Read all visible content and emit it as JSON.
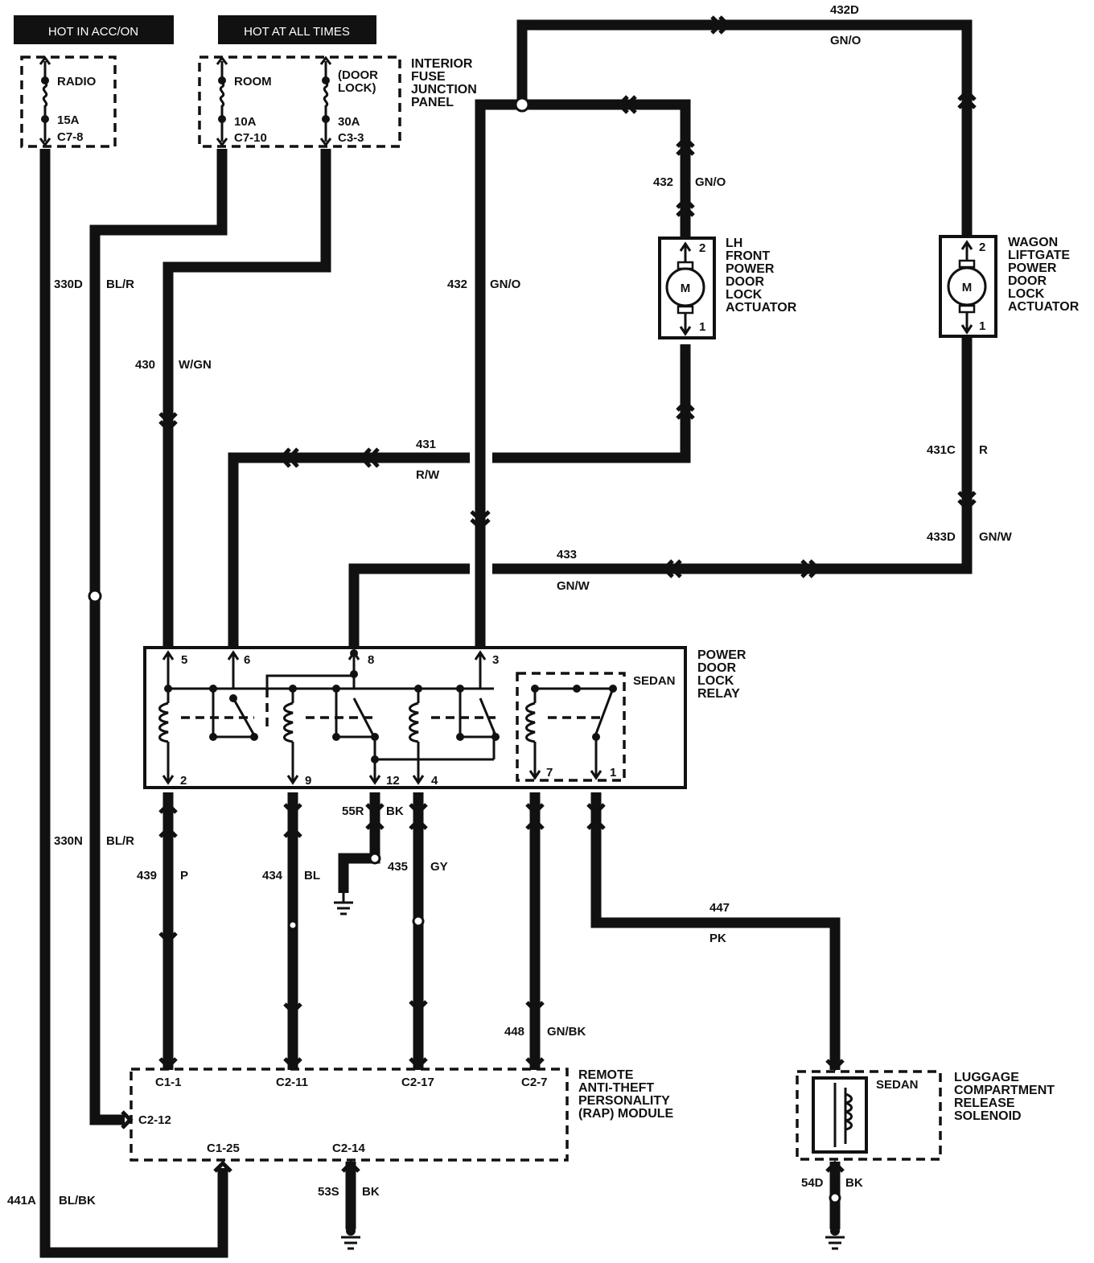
{
  "headers": {
    "acc_on": "HOT IN ACC/ON",
    "all_times": "HOT AT ALL TIMES"
  },
  "fuses": {
    "radio": {
      "name": "RADIO",
      "rating": "15A",
      "cavity": "C7-8"
    },
    "room": {
      "name": "ROOM",
      "rating": "10A",
      "cavity": "C7-10"
    },
    "door_lock": {
      "name_1": "(DOOR",
      "name_2": "LOCK)",
      "rating": "30A",
      "cavity": "C3-3"
    }
  },
  "fuse_panel_label": [
    "INTERIOR",
    "FUSE",
    "JUNCTION",
    "PANEL"
  ],
  "wires": {
    "w330d": {
      "circuit": "330D",
      "color": "BL/R"
    },
    "w330n": {
      "circuit": "330N",
      "color": "BL/R"
    },
    "w441a": {
      "circuit": "441A",
      "color": "BL/BK"
    },
    "w430": {
      "circuit": "430",
      "color": "W/GN"
    },
    "w432_main": {
      "circuit": "432",
      "color": "GN/O"
    },
    "w432_lh": {
      "circuit": "432",
      "color": "GN/O"
    },
    "w432d": {
      "circuit": "432D",
      "color": "GN/O"
    },
    "w431": {
      "circuit": "431",
      "color": "R/W"
    },
    "w431c": {
      "circuit": "431C",
      "color": "R"
    },
    "w433": {
      "circuit": "433",
      "color": "GN/W"
    },
    "w433d": {
      "circuit": "433D",
      "color": "GN/W"
    },
    "w55r": {
      "circuit": "55R",
      "color": "BK"
    },
    "w439": {
      "circuit": "439",
      "color": "P"
    },
    "w434": {
      "circuit": "434",
      "color": "BL"
    },
    "w435": {
      "circuit": "435",
      "color": "GY"
    },
    "w448": {
      "circuit": "448",
      "color": "GN/BK"
    },
    "w447": {
      "circuit": "447",
      "color": "PK"
    },
    "w53s": {
      "circuit": "53S",
      "color": "BK"
    },
    "w54d": {
      "circuit": "54D",
      "color": "BK"
    }
  },
  "lh_actuator": {
    "label": [
      "LH",
      "FRONT",
      "POWER",
      "DOOR",
      "LOCK",
      "ACTUATOR"
    ],
    "motor": "M",
    "pin_top": "2",
    "pin_bottom": "1"
  },
  "wagon_actuator": {
    "label": [
      "WAGON",
      "LIFTGATE",
      "POWER",
      "DOOR",
      "LOCK",
      "ACTUATOR"
    ],
    "motor": "M",
    "pin_top": "2",
    "pin_bottom": "1"
  },
  "relay": {
    "label": [
      "POWER",
      "DOOR",
      "LOCK",
      "RELAY"
    ],
    "sedan": "SEDAN",
    "pins_top": [
      "5",
      "6",
      "8",
      "3"
    ],
    "pins_bottom": [
      "2",
      "9",
      "12",
      "4",
      "7",
      "1"
    ]
  },
  "rap_module": {
    "label": [
      "REMOTE",
      "ANTI-THEFT",
      "PERSONALITY",
      "(RAP) MODULE"
    ],
    "pins_top": [
      "C1-1",
      "C2-11",
      "C2-17",
      "C2-7"
    ],
    "pin_side": "C2-12",
    "pins_bottom": [
      "C1-25",
      "C2-14"
    ]
  },
  "solenoid": {
    "label": [
      "LUGGAGE",
      "COMPARTMENT",
      "RELEASE",
      "SOLENOID"
    ],
    "sedan": "SEDAN"
  }
}
